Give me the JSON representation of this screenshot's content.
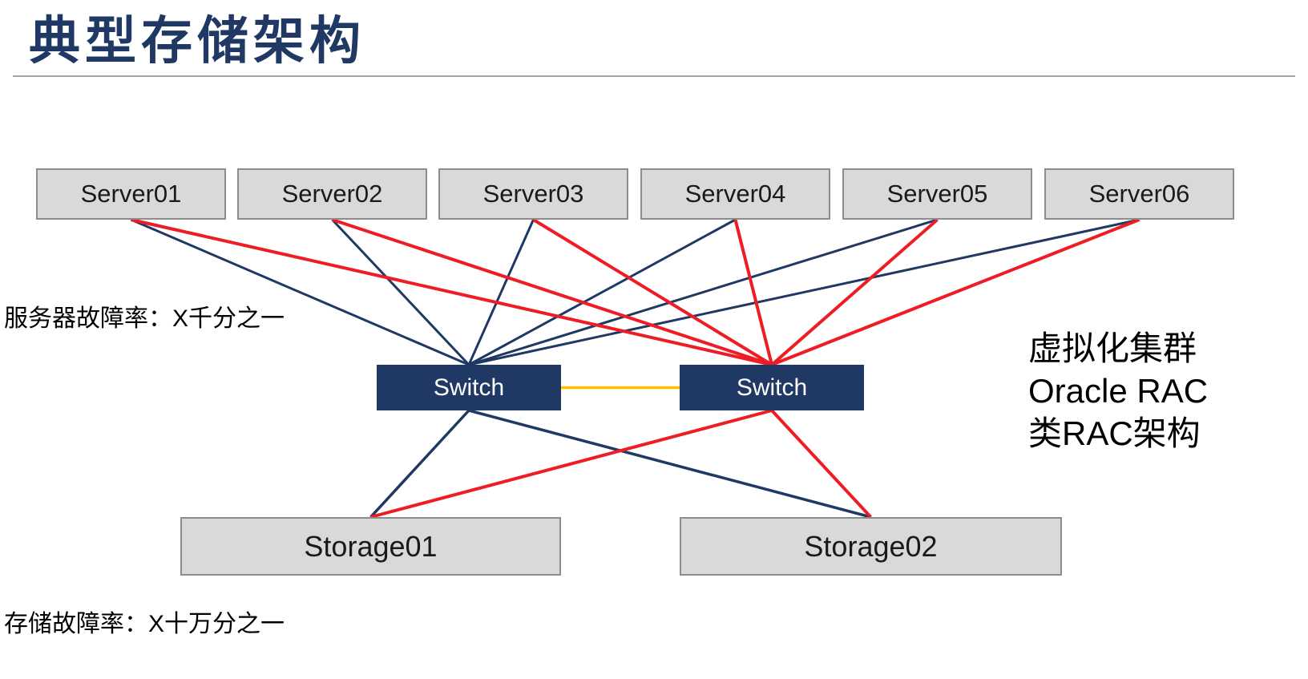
{
  "title": "典型存储架构",
  "labels": {
    "server_failure_rate": "服务器故障率：X千分之一",
    "storage_failure_rate": "存储故障率：X十万分之一",
    "right_note_lines": [
      "虚拟化集群",
      "Oracle RAC",
      "类RAC架构"
    ]
  },
  "nodes": {
    "servers": [
      {
        "id": "server01",
        "label": "Server01"
      },
      {
        "id": "server02",
        "label": "Server02"
      },
      {
        "id": "server03",
        "label": "Server03"
      },
      {
        "id": "server04",
        "label": "Server04"
      },
      {
        "id": "server05",
        "label": "Server05"
      },
      {
        "id": "server06",
        "label": "Server06"
      }
    ],
    "switches": [
      {
        "id": "switch1",
        "label": "Switch"
      },
      {
        "id": "switch2",
        "label": "Switch"
      }
    ],
    "storages": [
      {
        "id": "storage01",
        "label": "Storage01"
      },
      {
        "id": "storage02",
        "label": "Storage02"
      }
    ]
  },
  "colors": {
    "navy": "#1f3864",
    "red": "#ee1c25",
    "orange": "#ffc000",
    "box_fill": "#d9d9d9",
    "box_border": "#8c8c8c",
    "title": "#1f3864"
  },
  "edges": [
    {
      "from": "server01",
      "fa": "bottom",
      "to": "switch1",
      "ta": "top",
      "color": "navy",
      "w": 3
    },
    {
      "from": "server02",
      "fa": "bottom",
      "to": "switch1",
      "ta": "top",
      "color": "navy",
      "w": 3
    },
    {
      "from": "server03",
      "fa": "bottom",
      "to": "switch1",
      "ta": "top",
      "color": "navy",
      "w": 3
    },
    {
      "from": "server04",
      "fa": "bottom",
      "to": "switch1",
      "ta": "top",
      "color": "navy",
      "w": 3
    },
    {
      "from": "server05",
      "fa": "bottom",
      "to": "switch1",
      "ta": "top",
      "color": "navy",
      "w": 3
    },
    {
      "from": "server06",
      "fa": "bottom",
      "to": "switch1",
      "ta": "top",
      "color": "navy",
      "w": 3
    },
    {
      "from": "server01",
      "fa": "bottom",
      "to": "switch2",
      "ta": "top",
      "color": "red",
      "w": 4
    },
    {
      "from": "server02",
      "fa": "bottom",
      "to": "switch2",
      "ta": "top",
      "color": "red",
      "w": 4
    },
    {
      "from": "server03",
      "fa": "bottom",
      "to": "switch2",
      "ta": "top",
      "color": "red",
      "w": 4
    },
    {
      "from": "server04",
      "fa": "bottom",
      "to": "switch2",
      "ta": "top",
      "color": "red",
      "w": 4
    },
    {
      "from": "server05",
      "fa": "bottom",
      "to": "switch2",
      "ta": "top",
      "color": "red",
      "w": 4
    },
    {
      "from": "server06",
      "fa": "bottom",
      "to": "switch2",
      "ta": "top",
      "color": "red",
      "w": 4
    },
    {
      "from": "switch1",
      "fa": "right",
      "to": "switch2",
      "ta": "left",
      "color": "orange",
      "w": 3.5
    },
    {
      "from": "switch1",
      "fa": "bottom",
      "to": "storage01",
      "ta": "top",
      "color": "navy",
      "w": 3.5
    },
    {
      "from": "switch1",
      "fa": "bottom",
      "to": "storage02",
      "ta": "top",
      "color": "navy",
      "w": 3.5
    },
    {
      "from": "switch2",
      "fa": "bottom",
      "to": "storage01",
      "ta": "top",
      "color": "red",
      "w": 4
    },
    {
      "from": "switch2",
      "fa": "bottom",
      "to": "storage02",
      "ta": "top",
      "color": "red",
      "w": 4
    }
  ]
}
